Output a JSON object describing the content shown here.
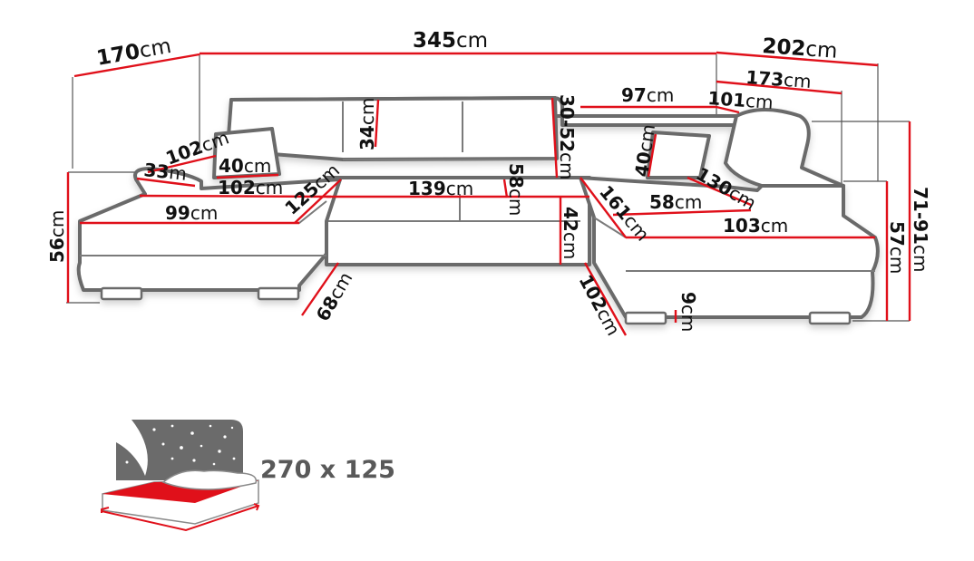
{
  "diagram": {
    "subject": "U-shaped corner sofa bed dimension drawing",
    "unit": "cm",
    "dimensions": {
      "left_depth": {
        "value": "170",
        "unit": "cm"
      },
      "total_width": {
        "value": "345",
        "unit": "cm"
      },
      "right_depth": {
        "value": "202",
        "unit": "cm"
      },
      "right_inner_173": {
        "value": "173",
        "unit": "cm"
      },
      "right_inner_101": {
        "value": "101",
        "unit": "cm"
      },
      "back_97": {
        "value": "97",
        "unit": "cm"
      },
      "backrest_34": {
        "value": "34",
        "unit": "cm"
      },
      "headrest_30_52": {
        "value": "30-52",
        "unit": "cm"
      },
      "left_102_top": {
        "value": "102",
        "unit": "cm"
      },
      "armrest_33": {
        "value": "33",
        "unit": "m"
      },
      "cushion_40_left": {
        "value": "40",
        "unit": "cm"
      },
      "seat_102_left": {
        "value": "102",
        "unit": "cm"
      },
      "chaise_125": {
        "value": "125",
        "unit": "cm"
      },
      "chaise_99": {
        "value": "99",
        "unit": "cm"
      },
      "middle_139": {
        "value": "139",
        "unit": "cm"
      },
      "seat_depth_58_mid": {
        "value": "58",
        "unit": "cm"
      },
      "seat_height_42": {
        "value": "42",
        "unit": "cm"
      },
      "cushion_40_right": {
        "value": "40",
        "unit": "cm"
      },
      "right_130": {
        "value": "130",
        "unit": "cm"
      },
      "right_161": {
        "value": "161",
        "unit": "cm"
      },
      "right_seat_58": {
        "value": "58",
        "unit": "cm"
      },
      "right_103": {
        "value": "103",
        "unit": "cm"
      },
      "left_height_56": {
        "value": "56",
        "unit": "cm"
      },
      "left_depth_68": {
        "value": "68",
        "unit": "cm"
      },
      "right_102_bottom": {
        "value": "102",
        "unit": "cm"
      },
      "leg_9": {
        "value": "9",
        "unit": "cm"
      },
      "right_height_57": {
        "value": "57",
        "unit": "cm"
      },
      "total_height": {
        "value": "71-91",
        "unit": "cm"
      }
    },
    "bed": {
      "icon": "bed-with-starry-night-icon",
      "size_label": "270 x 125",
      "accent_color": "#e0101a",
      "night_color": "#6b6b6b"
    },
    "colors": {
      "dimension_line": "#e0101a",
      "outline": "#6a6a6a",
      "text": "#111111"
    }
  }
}
